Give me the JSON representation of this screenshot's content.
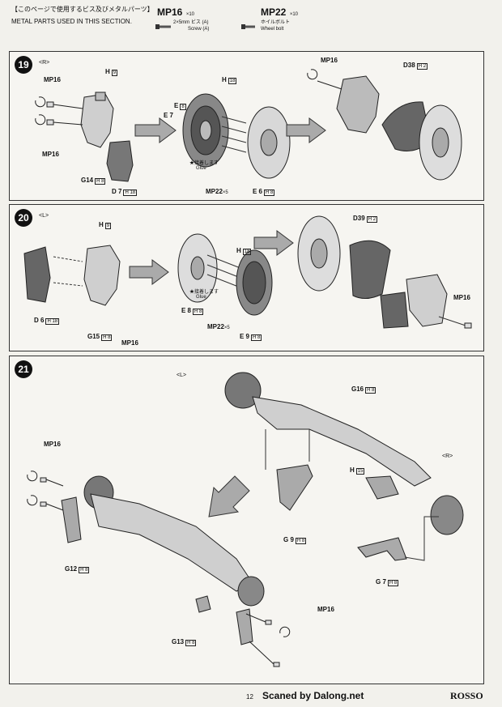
{
  "header": {
    "title_jp": "【このページで使用するビス及びメタルパーツ】",
    "title_en": "METAL PARTS USED IN THIS SECTION."
  },
  "parts_legend": [
    {
      "code": "MP16",
      "qty": "×10",
      "spec_jp": "2×5mm ビス (A)",
      "spec_en": "Screw (A)"
    },
    {
      "code": "MP22",
      "qty": "×10",
      "spec_jp": "ホイルボルト",
      "spec_en": "Wheel bolt"
    }
  ],
  "steps": [
    {
      "number": "19",
      "side": "<R>",
      "labels": {
        "mp16_a": "MP16",
        "h9": "H",
        "h9_tag": "9",
        "h18": "H",
        "h18_tag": "18",
        "e7": "E 7",
        "e8": "E",
        "e8_tag": "8",
        "mp16_b": "MP16",
        "g14": "G14",
        "g14_tag": "H 8",
        "d7": "D 7",
        "d7_tag": "H 18",
        "glue": "★接着します",
        "glue_en": "Glue",
        "mp22": "MP22",
        "mp22_qty": "×5",
        "e6": "E 6",
        "e6_tag": "H 8",
        "mp16_c": "MP16",
        "d38": "D38",
        "d38_tag": "H 2"
      }
    },
    {
      "number": "20",
      "side": "<L>",
      "labels": {
        "h9": "H",
        "h9_tag": "9",
        "h18": "H",
        "h18_tag": "18",
        "d39": "D39",
        "d39_tag": "H 2",
        "d6": "D 6",
        "d6_tag": "H 18",
        "g15": "G15",
        "g15_tag": "H 8",
        "mp16_a": "MP16",
        "glue": "★接着します",
        "glue_en": "Glue",
        "e8": "E 8",
        "e8_tag": "H 8",
        "mp22": "MP22",
        "mp22_qty": "×5",
        "e9": "E 9",
        "e9_tag": "H 8",
        "mp16_b": "MP16"
      }
    },
    {
      "number": "21",
      "labels": {
        "side_l": "<L>",
        "side_r": "<R>",
        "g16": "G16",
        "g16_tag": "H 8",
        "h15": "H",
        "h15_tag": "15",
        "mp16_a": "MP16",
        "g9": "G 9",
        "g9_tag": "H 8",
        "g12": "G12",
        "g12_tag": "H 8",
        "g7": "G 7",
        "g7_tag": "H 8",
        "mp16_b": "MP16",
        "g13": "G13",
        "g13_tag": "H 8"
      }
    }
  ],
  "footer": {
    "page_number": "12",
    "scan_credit": "Scaned by Dalong.net",
    "brand": "ROSSO"
  }
}
